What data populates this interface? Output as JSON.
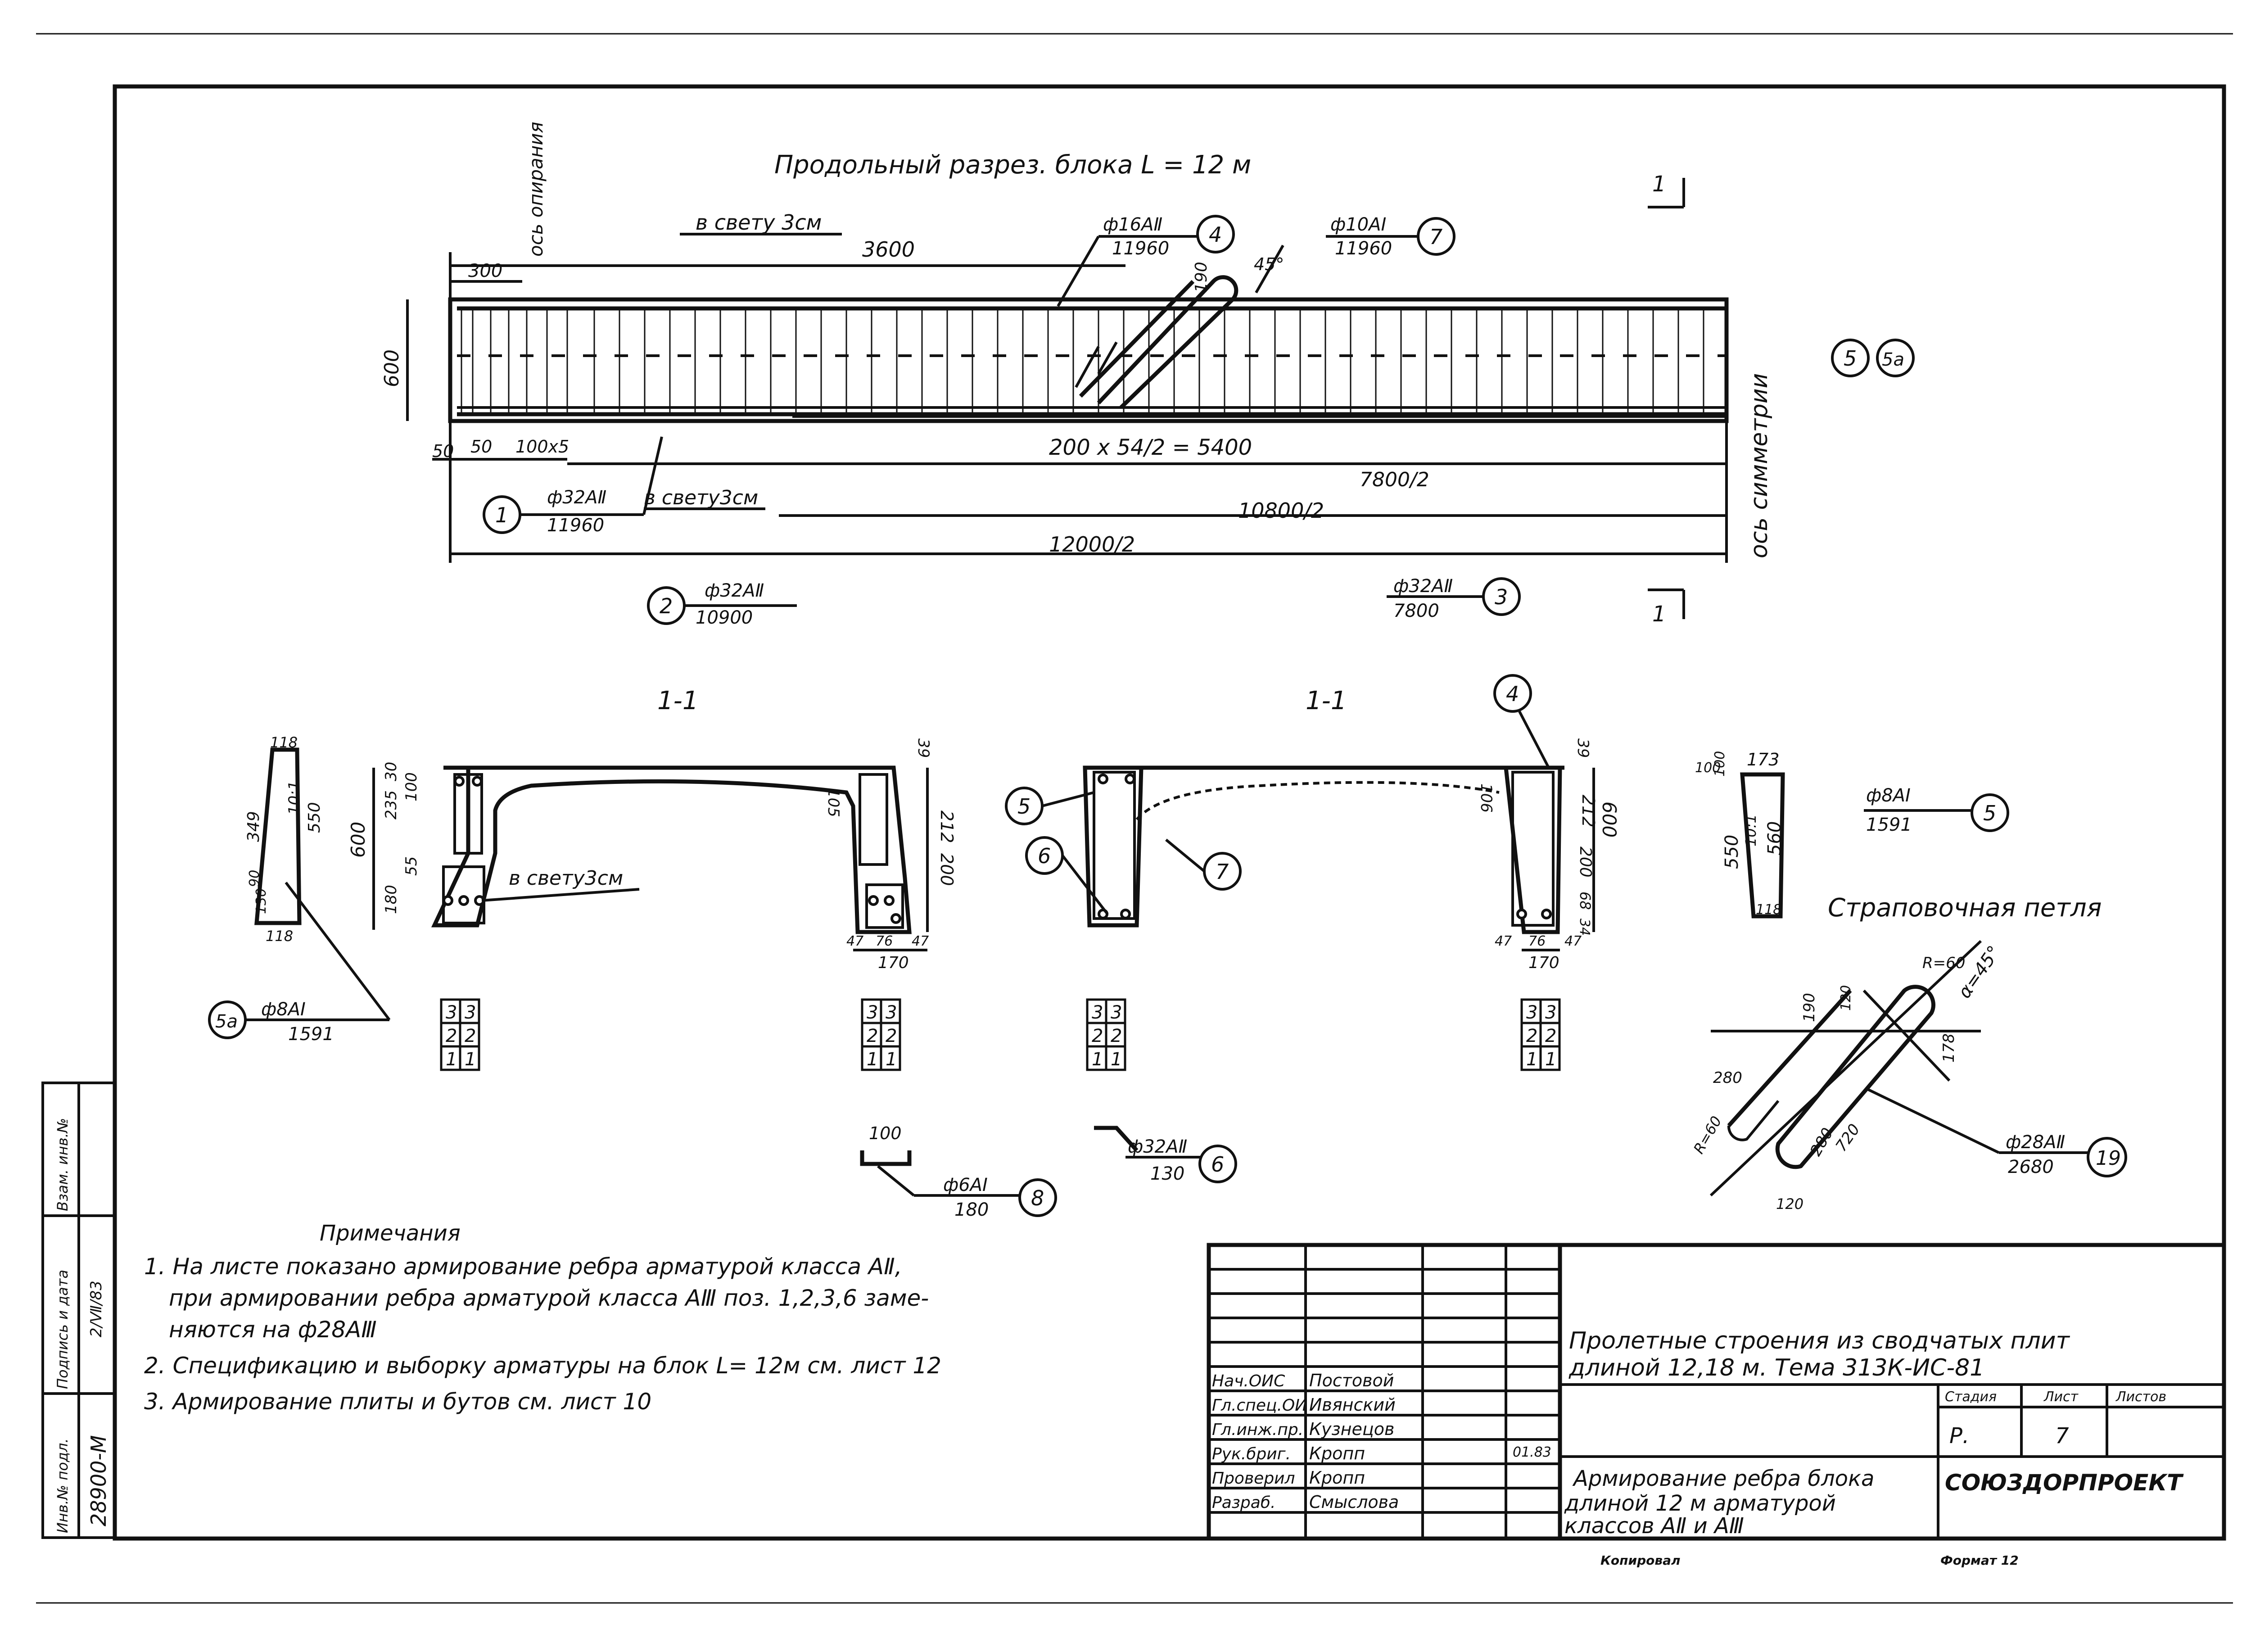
{
  "title": "Продольный разрез. блока L = 12 м",
  "section_mark": "1",
  "axes": {
    "support": "ось опирания",
    "symmetry": "ось симметрии"
  },
  "longitudinal": {
    "dims": {
      "clear_top": "в свету 3см",
      "d3600": "3600",
      "d300": "300",
      "d600": "600",
      "d190": "190",
      "d45": "45°",
      "d50a": "50",
      "d50b": "50",
      "d100x5": "100х5",
      "d5400": "200 х 54/2 = 5400",
      "d7800": "7800/2",
      "d10800": "10800/2",
      "d12000": "12000/2",
      "clear_bottom": "в свету3см"
    },
    "bars": [
      {
        "num": "1",
        "spec": "ф32АⅡ",
        "len": "11960"
      },
      {
        "num": "2",
        "spec": "ф32АⅡ",
        "len": "10900"
      },
      {
        "num": "3",
        "spec": "ф32АⅡ",
        "len": "7800"
      },
      {
        "num": "4",
        "spec": "ф16АⅡ",
        "len": "11960"
      },
      {
        "num": "7",
        "spec": "ф10АⅠ",
        "len": "11960"
      }
    ],
    "pos_5": "5",
    "pos_5a": "5а"
  },
  "sections": {
    "label_left": "1-1",
    "label_right": "1-1",
    "left": {
      "d118a": "118",
      "d349": "349",
      "d550": "550",
      "slope": "10:1",
      "d130": "130",
      "d90": "90",
      "d118b": "118",
      "d600": "600",
      "d235": "235",
      "d30": "30",
      "d100": "100",
      "d55": "55",
      "d180": "180",
      "clear": "в свету3см",
      "d105": "105",
      "d39": "39",
      "d212": "212",
      "d200": "200",
      "d47a": "47",
      "d76": "76",
      "d47b": "47",
      "d170": "170"
    },
    "right": {
      "d106": "106",
      "d39": "39",
      "d212": "212",
      "d600": "600",
      "d200": "200",
      "d68": "68",
      "d34": "34",
      "d47a": "47",
      "d76": "76",
      "d47b": "47",
      "d170": "170"
    },
    "callouts": {
      "c4": "4",
      "c5": "5",
      "c6": "6",
      "c7": "7"
    }
  },
  "bar_5": {
    "d100a": "100",
    "d100b": "100",
    "d173": "173",
    "d550": "550",
    "slope": "10:1",
    "d560": "560",
    "d118": "118",
    "spec": "ф8АⅠ",
    "len": "1591",
    "num": "5"
  },
  "bar_5a": {
    "spec": "ф8АⅠ",
    "len": "1591",
    "num": "5а"
  },
  "grids": [
    [
      [
        "3",
        "3"
      ],
      [
        "2",
        "2"
      ],
      [
        "1",
        "1"
      ]
    ],
    [
      [
        "3",
        "3"
      ],
      [
        "2",
        "2"
      ],
      [
        "1",
        "1"
      ]
    ],
    [
      [
        "3",
        "3"
      ],
      [
        "2",
        "2"
      ],
      [
        "1",
        "1"
      ]
    ],
    [
      [
        "3",
        "3"
      ],
      [
        "2",
        "2"
      ],
      [
        "1",
        "1"
      ]
    ]
  ],
  "bar_8": {
    "dim": "100",
    "spec": "ф6АⅠ",
    "len": "180",
    "num": "8"
  },
  "bar_6": {
    "spec": "ф32АⅡ",
    "len": "130",
    "num": "6"
  },
  "loop": {
    "title": "Страповочная петля",
    "r60a": "R=60",
    "r60b": "R=60",
    "alpha": "α=45°",
    "d190": "190",
    "d120": "120",
    "d280a": "280",
    "d280b": "280",
    "d720": "720",
    "d178": "178",
    "d120b": "120",
    "spec": "ф28АⅡ",
    "len": "2680",
    "num": "19"
  },
  "notes": {
    "heading": "Примечания",
    "lines": [
      "1. На листе показано армирование ребра арматурой класса АⅡ,",
      "при армировании ребра арматурой класса АⅢ поз. 1,2,3,6 заме-",
      "няются на ф28АⅢ",
      "2. Спецификацию и выборку арматуры на блок L= 12м см. лист 12",
      "3. Армирование плиты и бутов см. лист 10"
    ]
  },
  "side_stamp": {
    "inv_no_label": "Инв.№ подл.",
    "inv_no_value": "28900-М",
    "sign_label": "Подпись и дата",
    "sign_value": "2/Ⅶ/83",
    "vzam_label": "Взам. инв.№"
  },
  "title_block": {
    "signers": [
      {
        "role": "Нач.ОИС",
        "name": "Постовой"
      },
      {
        "role": "Гл.спец.ОИ",
        "name": "Ивянский"
      },
      {
        "role": "Гл.инж.пр.",
        "name": "Кузнецов"
      },
      {
        "role": "Рук.бриг.",
        "name": "Кропп"
      },
      {
        "role": "Проверил",
        "name": "Кропп"
      },
      {
        "role": "Разраб.",
        "name": "Смыслова"
      }
    ],
    "date": "01.83",
    "project_line1": "Пролетные строения из сводчатых плит",
    "project_line2": "длиной 12,18 м. Тема 313К-ИС-81",
    "stage_label": "Стадия",
    "sheet_label": "Лист",
    "sheets_label": "Листов",
    "stage_value": "Р.",
    "sheet_value": "7",
    "sheet_title_line1": "Армирование ребра блока",
    "sheet_title_line2": "длиной 12 м арматурой",
    "sheet_title_line3": "классов АⅡ и АⅢ",
    "org": "СОЮЗДОРПРОЕКТ",
    "copied": "Копировал",
    "format": "Формат 12"
  }
}
